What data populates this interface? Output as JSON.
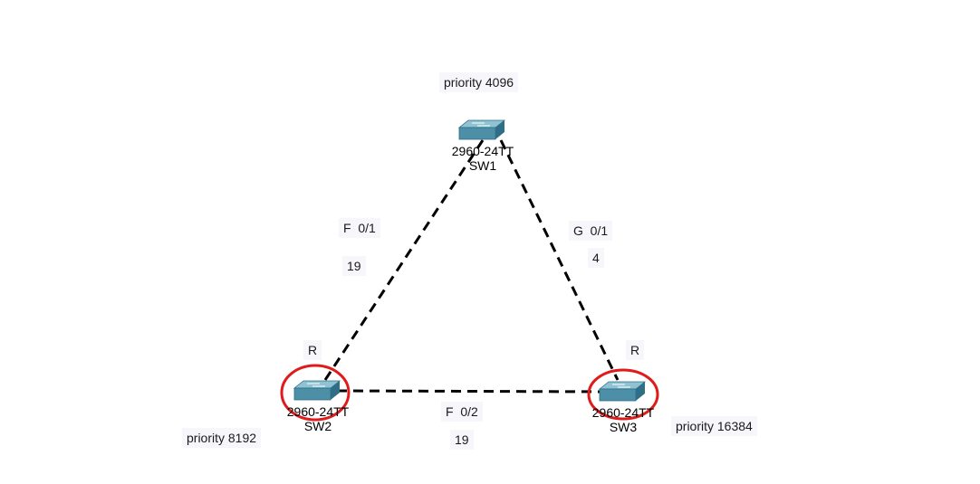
{
  "devices": [
    {
      "id": "sw1",
      "model": "2960-24TT",
      "name": "SW1",
      "priority": "priority 4096",
      "root_mark": "",
      "circled": false
    },
    {
      "id": "sw2",
      "model": "2960-24TT",
      "name": "SW2",
      "priority": "priority 8192",
      "root_mark": "R",
      "circled": true
    },
    {
      "id": "sw3",
      "model": "2960-24TT",
      "name": "SW3",
      "priority": "priority 16384",
      "root_mark": "R",
      "circled": true
    }
  ],
  "links": [
    {
      "from": "sw1",
      "to": "sw2",
      "port": "F  0/1",
      "cost": "19"
    },
    {
      "from": "sw1",
      "to": "sw3",
      "port": "G  0/1",
      "cost": "4"
    },
    {
      "from": "sw2",
      "to": "sw3",
      "port": "F  0/2",
      "cost": "19"
    }
  ],
  "colors": {
    "link": "#000000",
    "root_circle": "#e01b1b",
    "switch_top": "#8fc3d3",
    "switch_front": "#4d8fa6",
    "switch_side": "#2f6e86",
    "label_bg": "#f7f7fb"
  }
}
